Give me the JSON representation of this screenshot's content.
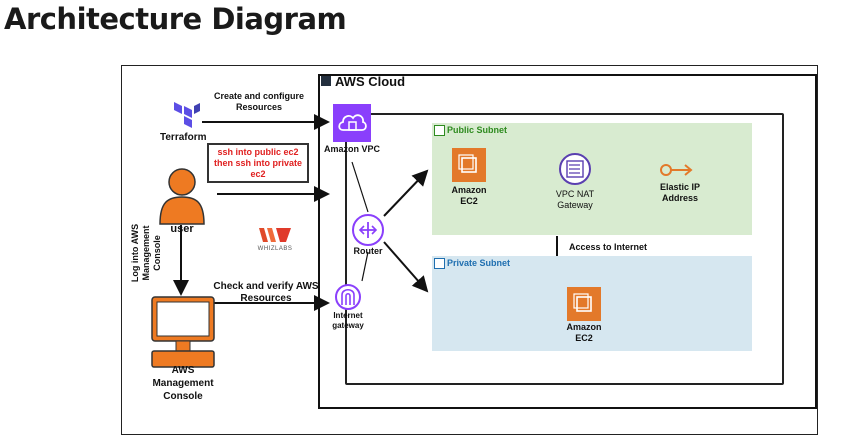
{
  "page": {
    "title": "Architecture Diagram"
  },
  "diagram": {
    "cloud_label": "AWS Cloud",
    "terraform": {
      "logo_text": "Terraform",
      "edge_label": "Create and configure Resources"
    },
    "ssh_note": "ssh into public ec2 then ssh into private ec2",
    "user_label": "user",
    "whizlabs_text": "WHIZLABS",
    "console_side_label": "Log into AWS Management Console",
    "console_label": "AWS Management Console",
    "verify_label": "Check and verify AWS Resources",
    "vpc_label": "Amazon VPC",
    "router_label": "Router",
    "igw_label": "Internet gateway",
    "public_subnet": {
      "label": "Public Subnet",
      "ec2_label": "Amazon EC2",
      "nat_label": "VPC NAT Gateway",
      "eip_label": "Elastic IP Address"
    },
    "private_subnet": {
      "label": "Private Subnet",
      "ec2_label": "Amazon EC2"
    },
    "internet_access_label": "Access to Internet",
    "colors": {
      "public_subnet_bg": "#d8ebd0",
      "private_subnet_bg": "#d6e7f0",
      "public_subnet_text": "#2e8b1f",
      "private_subnet_text": "#1f6fb0",
      "ec2_orange": "#e3792a",
      "vpc_purple": "#8a3ffc",
      "note_red": "#e02020",
      "user_orange": "#ee7a22"
    }
  }
}
